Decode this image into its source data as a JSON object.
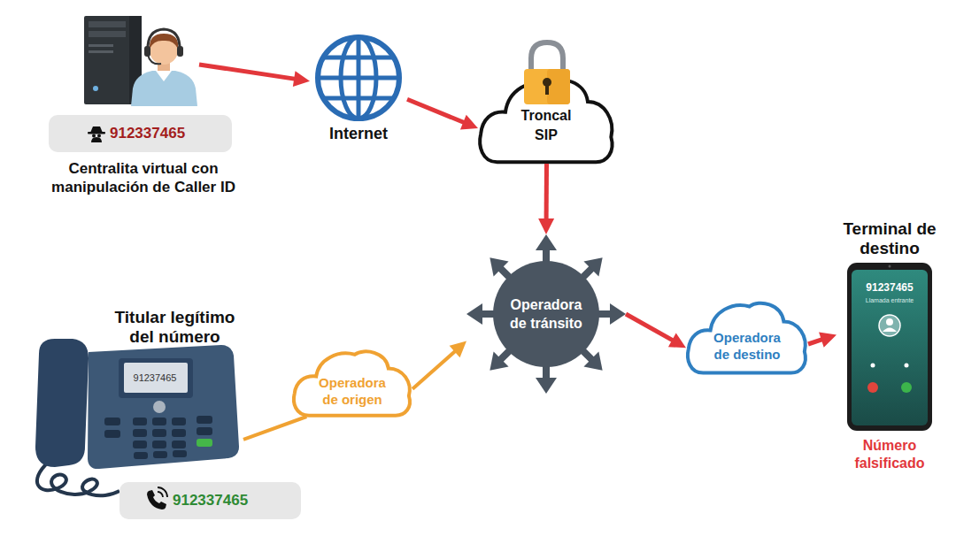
{
  "diagram": {
    "nodes": [
      {
        "text": [
          "912337465",
          "Centralita virtual con manipulación de Caller ID"
        ]
      },
      {
        "text": [
          "Internet"
        ]
      },
      {
        "text": [
          "Troncal SIP"
        ]
      },
      {
        "text": [
          "Operadora de tránsito"
        ]
      },
      {
        "text": [
          "Titular legítimo del número",
          "91237465",
          "912337465"
        ]
      },
      {
        "text": [
          "Operadora de origen"
        ]
      },
      {
        "text": [
          "Operadora de destino"
        ]
      },
      {
        "text": [
          "Terminal de destino",
          "91237465",
          "Llamada entrante",
          "Número falsificado"
        ]
      }
    ],
    "edges": [
      {
        "from": 0,
        "to": 1,
        "arrow": "to"
      },
      {
        "from": 1,
        "to": 2,
        "arrow": "to"
      },
      {
        "from": 2,
        "to": 3,
        "arrow": "to"
      },
      {
        "from": 4,
        "to": 5,
        "arrow": "none"
      },
      {
        "from": 5,
        "to": 3,
        "arrow": "to"
      },
      {
        "from": 3,
        "to": 6,
        "arrow": "to"
      },
      {
        "from": 6,
        "to": 7,
        "arrow": "to"
      }
    ]
  }
}
